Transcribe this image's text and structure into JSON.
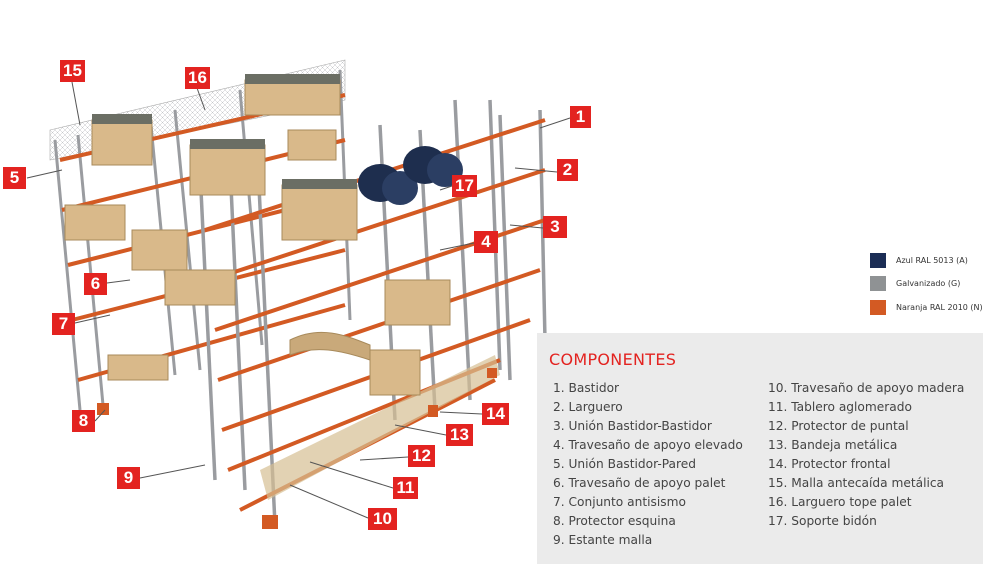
{
  "callouts": [
    {
      "n": "1"
    },
    {
      "n": "2"
    },
    {
      "n": "3"
    },
    {
      "n": "4"
    },
    {
      "n": "5"
    },
    {
      "n": "6"
    },
    {
      "n": "7"
    },
    {
      "n": "8"
    },
    {
      "n": "9"
    },
    {
      "n": "10"
    },
    {
      "n": "11"
    },
    {
      "n": "12"
    },
    {
      "n": "13"
    },
    {
      "n": "14"
    },
    {
      "n": "15"
    },
    {
      "n": "16"
    },
    {
      "n": "17"
    }
  ],
  "legend": [
    {
      "label": "Azul RAL 5013 (A)",
      "color": "#1b2d55"
    },
    {
      "label": "Galvanizado (G)",
      "color": "#8f9294"
    },
    {
      "label": "Naranja RAL 2010 (N)",
      "color": "#d35a23"
    }
  ],
  "components": {
    "title": "COMPONENTES",
    "left": [
      "1. Bastidor",
      "2. Larguero",
      "3. Unión Bastidor-Bastidor",
      "4. Travesaño de apoyo elevado",
      "5. Unión Bastidor-Pared",
      "6. Travesaño de apoyo palet",
      "7. Conjunto antisismo",
      "8. Protector esquina",
      "9. Estante malla"
    ],
    "right": [
      "10. Travesaño de apoyo madera",
      "11. Tablero aglomerado",
      "12. Protector de puntal",
      "13. Bandeja metálica",
      "14. Protector frontal",
      "15. Malla antecaída metálica",
      "16. Larguero tope palet",
      "17. Soporte bidón"
    ]
  },
  "colors": {
    "accent": "#e32320",
    "panel_bg": "#ebebeb",
    "beam": "#d35a23",
    "upright": "#9a9ca0"
  }
}
